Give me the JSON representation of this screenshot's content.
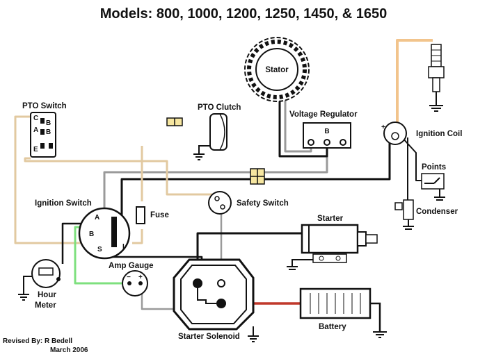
{
  "title": "Models: 800, 1000, 1200, 1250, 1450, & 1650",
  "labels": {
    "pto_switch": "PTO Switch",
    "pto_clutch": "PTO Clutch",
    "stator": "Stator",
    "voltage_regulator": "Voltage Regulator",
    "ignition_coil": "Ignition Coil",
    "points": "Points",
    "condenser": "Condenser",
    "ignition_switch": "Ignition Switch",
    "fuse": "Fuse",
    "safety_switch": "Safety Switch",
    "starter": "Starter",
    "amp_gauge": "Amp Gauge",
    "hour_meter_1": "Hour",
    "hour_meter_2": "Meter",
    "battery": "Battery",
    "starter_solenoid": "Starter Solenoid",
    "revised_by": "Revised By: R Bedell",
    "revised_date": "March 2006"
  },
  "terminals": {
    "regulator_b": "B",
    "switch_a": "A",
    "switch_b": "B",
    "switch_s": "S",
    "switch_i": "I",
    "coil_plus": "+",
    "pto_c": "C",
    "pto_b1": "B",
    "pto_a": "A",
    "pto_b2": "B",
    "pto_e": "E",
    "amp_minus": "−",
    "amp_plus": "+"
  },
  "colors": {
    "wire_black": "#111111",
    "wire_gray": "#9a9a9a",
    "wire_tan": "#e2c9a0",
    "wire_green": "#7ee07e",
    "wire_red": "#c0392b",
    "plug_orange": "#f2c48c"
  }
}
